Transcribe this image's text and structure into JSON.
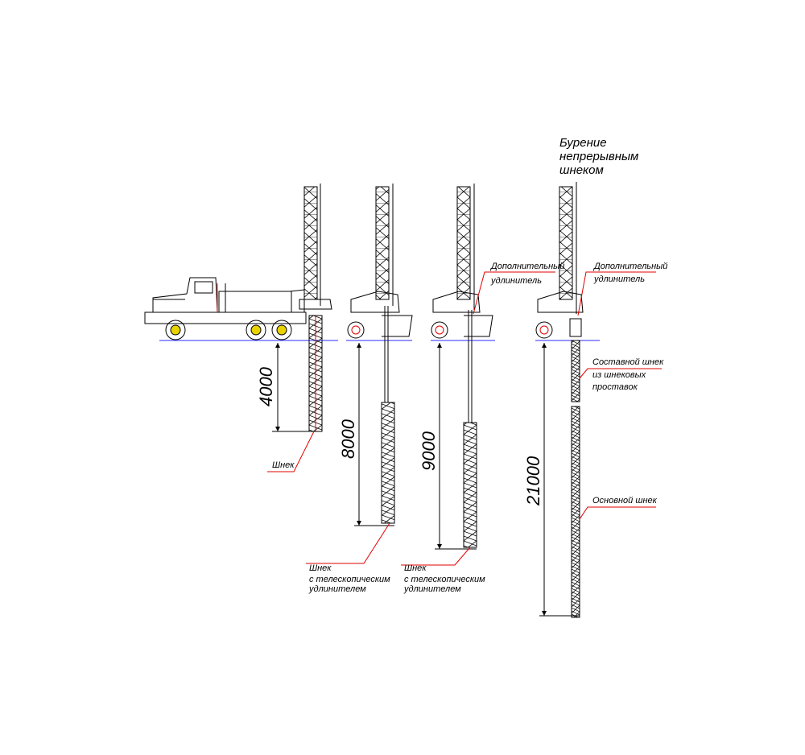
{
  "title_lines": [
    "Бурение",
    "непрерывным",
    "шнеком"
  ],
  "stages": [
    {
      "depth": "4000",
      "label_lines": [
        "Шнек"
      ]
    },
    {
      "depth": "8000",
      "label_lines": [
        "Шнек",
        "с телескопическим",
        "удлинителем"
      ]
    },
    {
      "depth": "9000",
      "label_lines": [
        "Шнек",
        "с телескопическим",
        "удлинителем"
      ],
      "top_label_lines": [
        "Дополнительный",
        "удлинитель"
      ]
    },
    {
      "depth": "21000",
      "top_label_lines": [
        "Дополнительный",
        "удлинитель"
      ],
      "composite_label_lines": [
        "Составной шнек",
        "из шнековых",
        "проставок"
      ],
      "main_label": "Основной шнек"
    }
  ],
  "colors": {
    "line": "#000000",
    "leader": "#e00000",
    "ground": "#2a2aff",
    "wheel": "#e8d200"
  }
}
